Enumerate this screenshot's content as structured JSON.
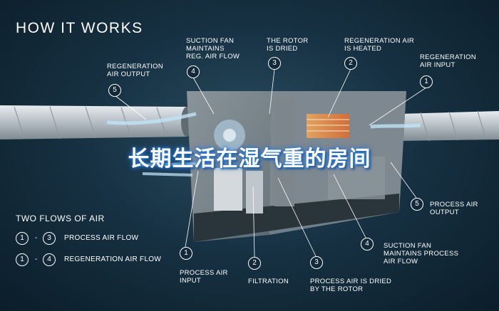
{
  "title": "HOW IT WORKS",
  "banner": "长期生活在湿气重的房间",
  "legend": {
    "title": "TWO FLOWS OF AIR",
    "rows": [
      {
        "from": "1",
        "dash": "-",
        "to": "3",
        "label": "PROCESS AIR FLOW"
      },
      {
        "from": "1",
        "dash": "-",
        "to": "4",
        "label": "REGENERATION AIR FLOW"
      }
    ]
  },
  "callouts_top": [
    {
      "num": "5",
      "label": "REGENERATION\nAIR OUTPUT"
    },
    {
      "num": "4",
      "label": "SUCTION FAN\nMAINTAINS\nREG. AIR FLOW"
    },
    {
      "num": "3",
      "label": "THE ROTOR\nIS DRIED"
    },
    {
      "num": "2",
      "label": "REGENERATION AIR\nIS HEATED"
    },
    {
      "num": "1",
      "label": "REGENERATION\nAIR INPUT"
    }
  ],
  "callouts_bottom": [
    {
      "num": "1",
      "label": "PROCESS AIR\nINPUT"
    },
    {
      "num": "2",
      "label": "FILTRATION"
    },
    {
      "num": "3",
      "label": "PROCESS AIR IS DRIED\nBY THE ROTOR"
    },
    {
      "num": "4",
      "label": "SUCTION FAN\nMAINTAINS PROCESS\nAIR FLOW"
    },
    {
      "num": "5",
      "label": "PROCESS AIR\nOUTPUT"
    }
  ]
}
